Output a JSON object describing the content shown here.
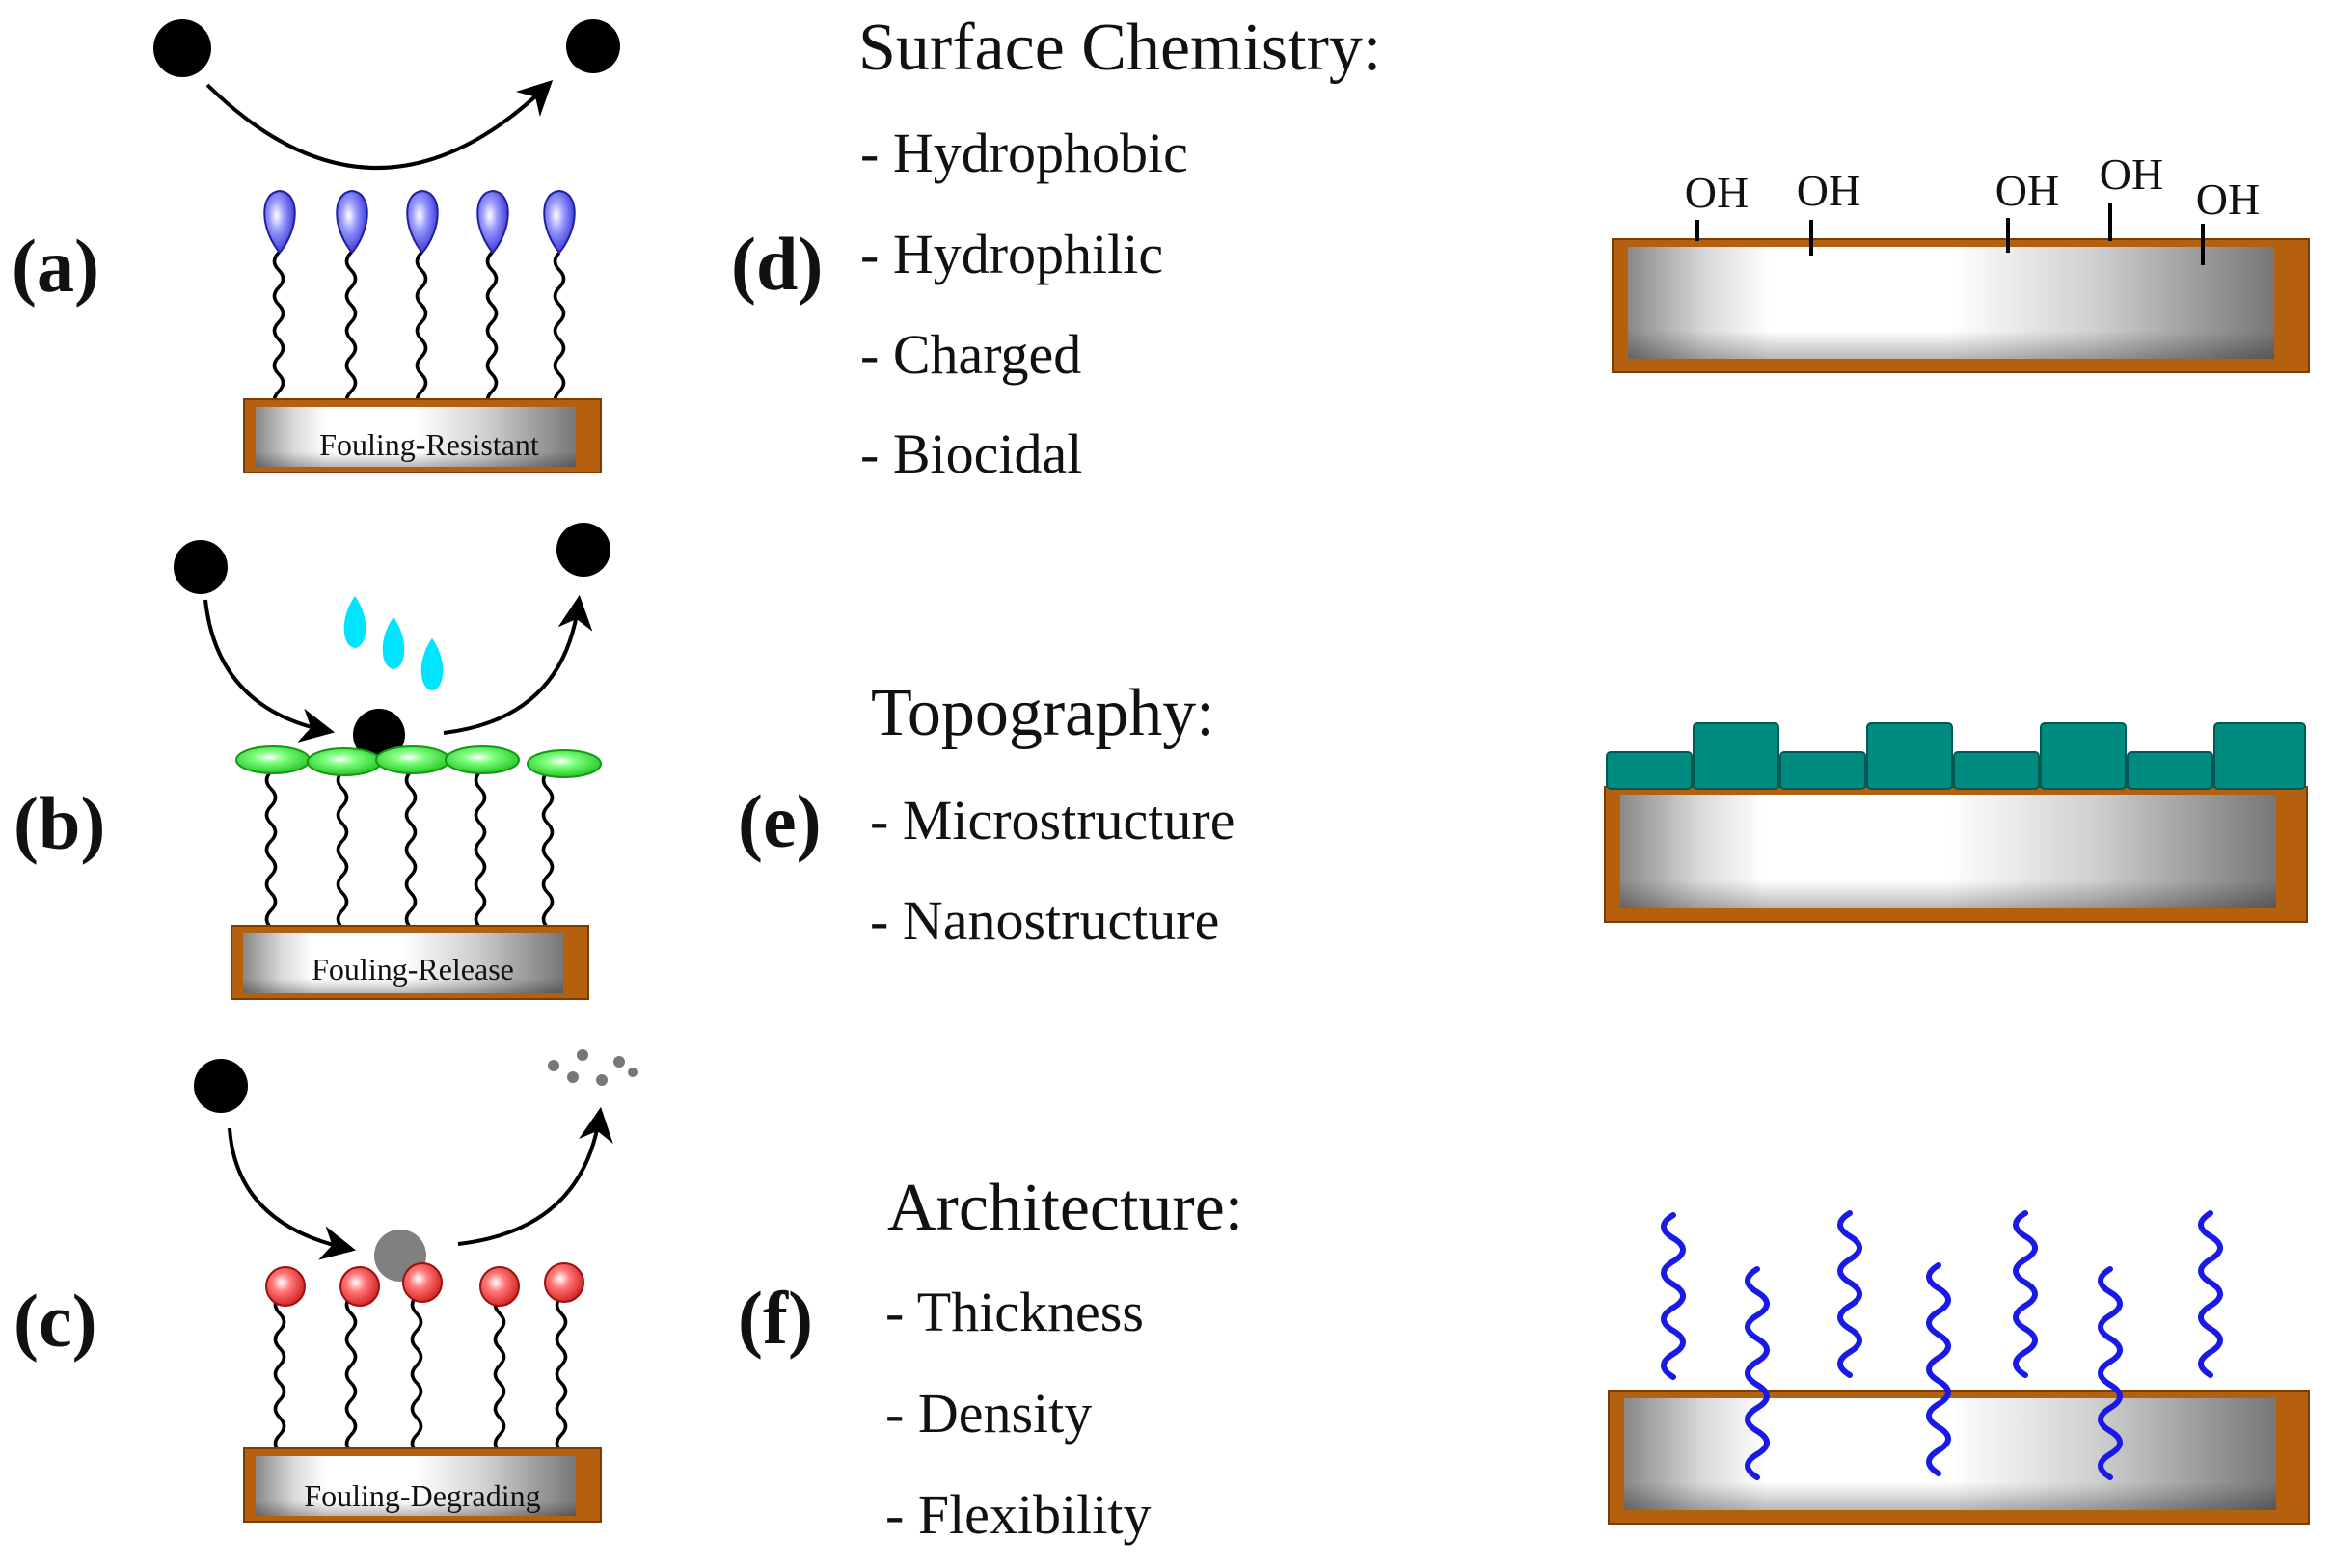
{
  "colors": {
    "substrate_border": "#b5600f",
    "substrate_fill_dark": "#7a7a7a",
    "substrate_fill_light": "#ffffff",
    "resistant_head": "#3030e0",
    "release_head": "#22dd22",
    "water_drop": "#00e5ff",
    "degrading_head": "#ee2222",
    "foulant": "#000000",
    "degraded_foulant": "#808080",
    "topography": "#008b80",
    "architecture_chain": "#1a1ae6"
  },
  "panels": {
    "a": {
      "letter": "(a)",
      "substrate_label": "Fouling-Resistant"
    },
    "b": {
      "letter": "(b)",
      "substrate_label": "Fouling-Release"
    },
    "c": {
      "letter": "(c)",
      "substrate_label": "Fouling-Degrading"
    },
    "d": {
      "letter": "(d)",
      "heading": "Surface Chemistry:",
      "items": [
        "- Hydrophobic",
        "- Hydrophilic",
        "- Charged",
        "- Biocidal"
      ],
      "groups": [
        "OH",
        "OH",
        "OH",
        "OH",
        "OH"
      ]
    },
    "e": {
      "letter": "(e)",
      "heading": "Topography:",
      "items": [
        "- Microstructure",
        "- Nanostructure"
      ]
    },
    "f": {
      "letter": "(f)",
      "heading": "Architecture:",
      "items": [
        "- Thickness",
        "- Density",
        "- Flexibility"
      ]
    }
  }
}
